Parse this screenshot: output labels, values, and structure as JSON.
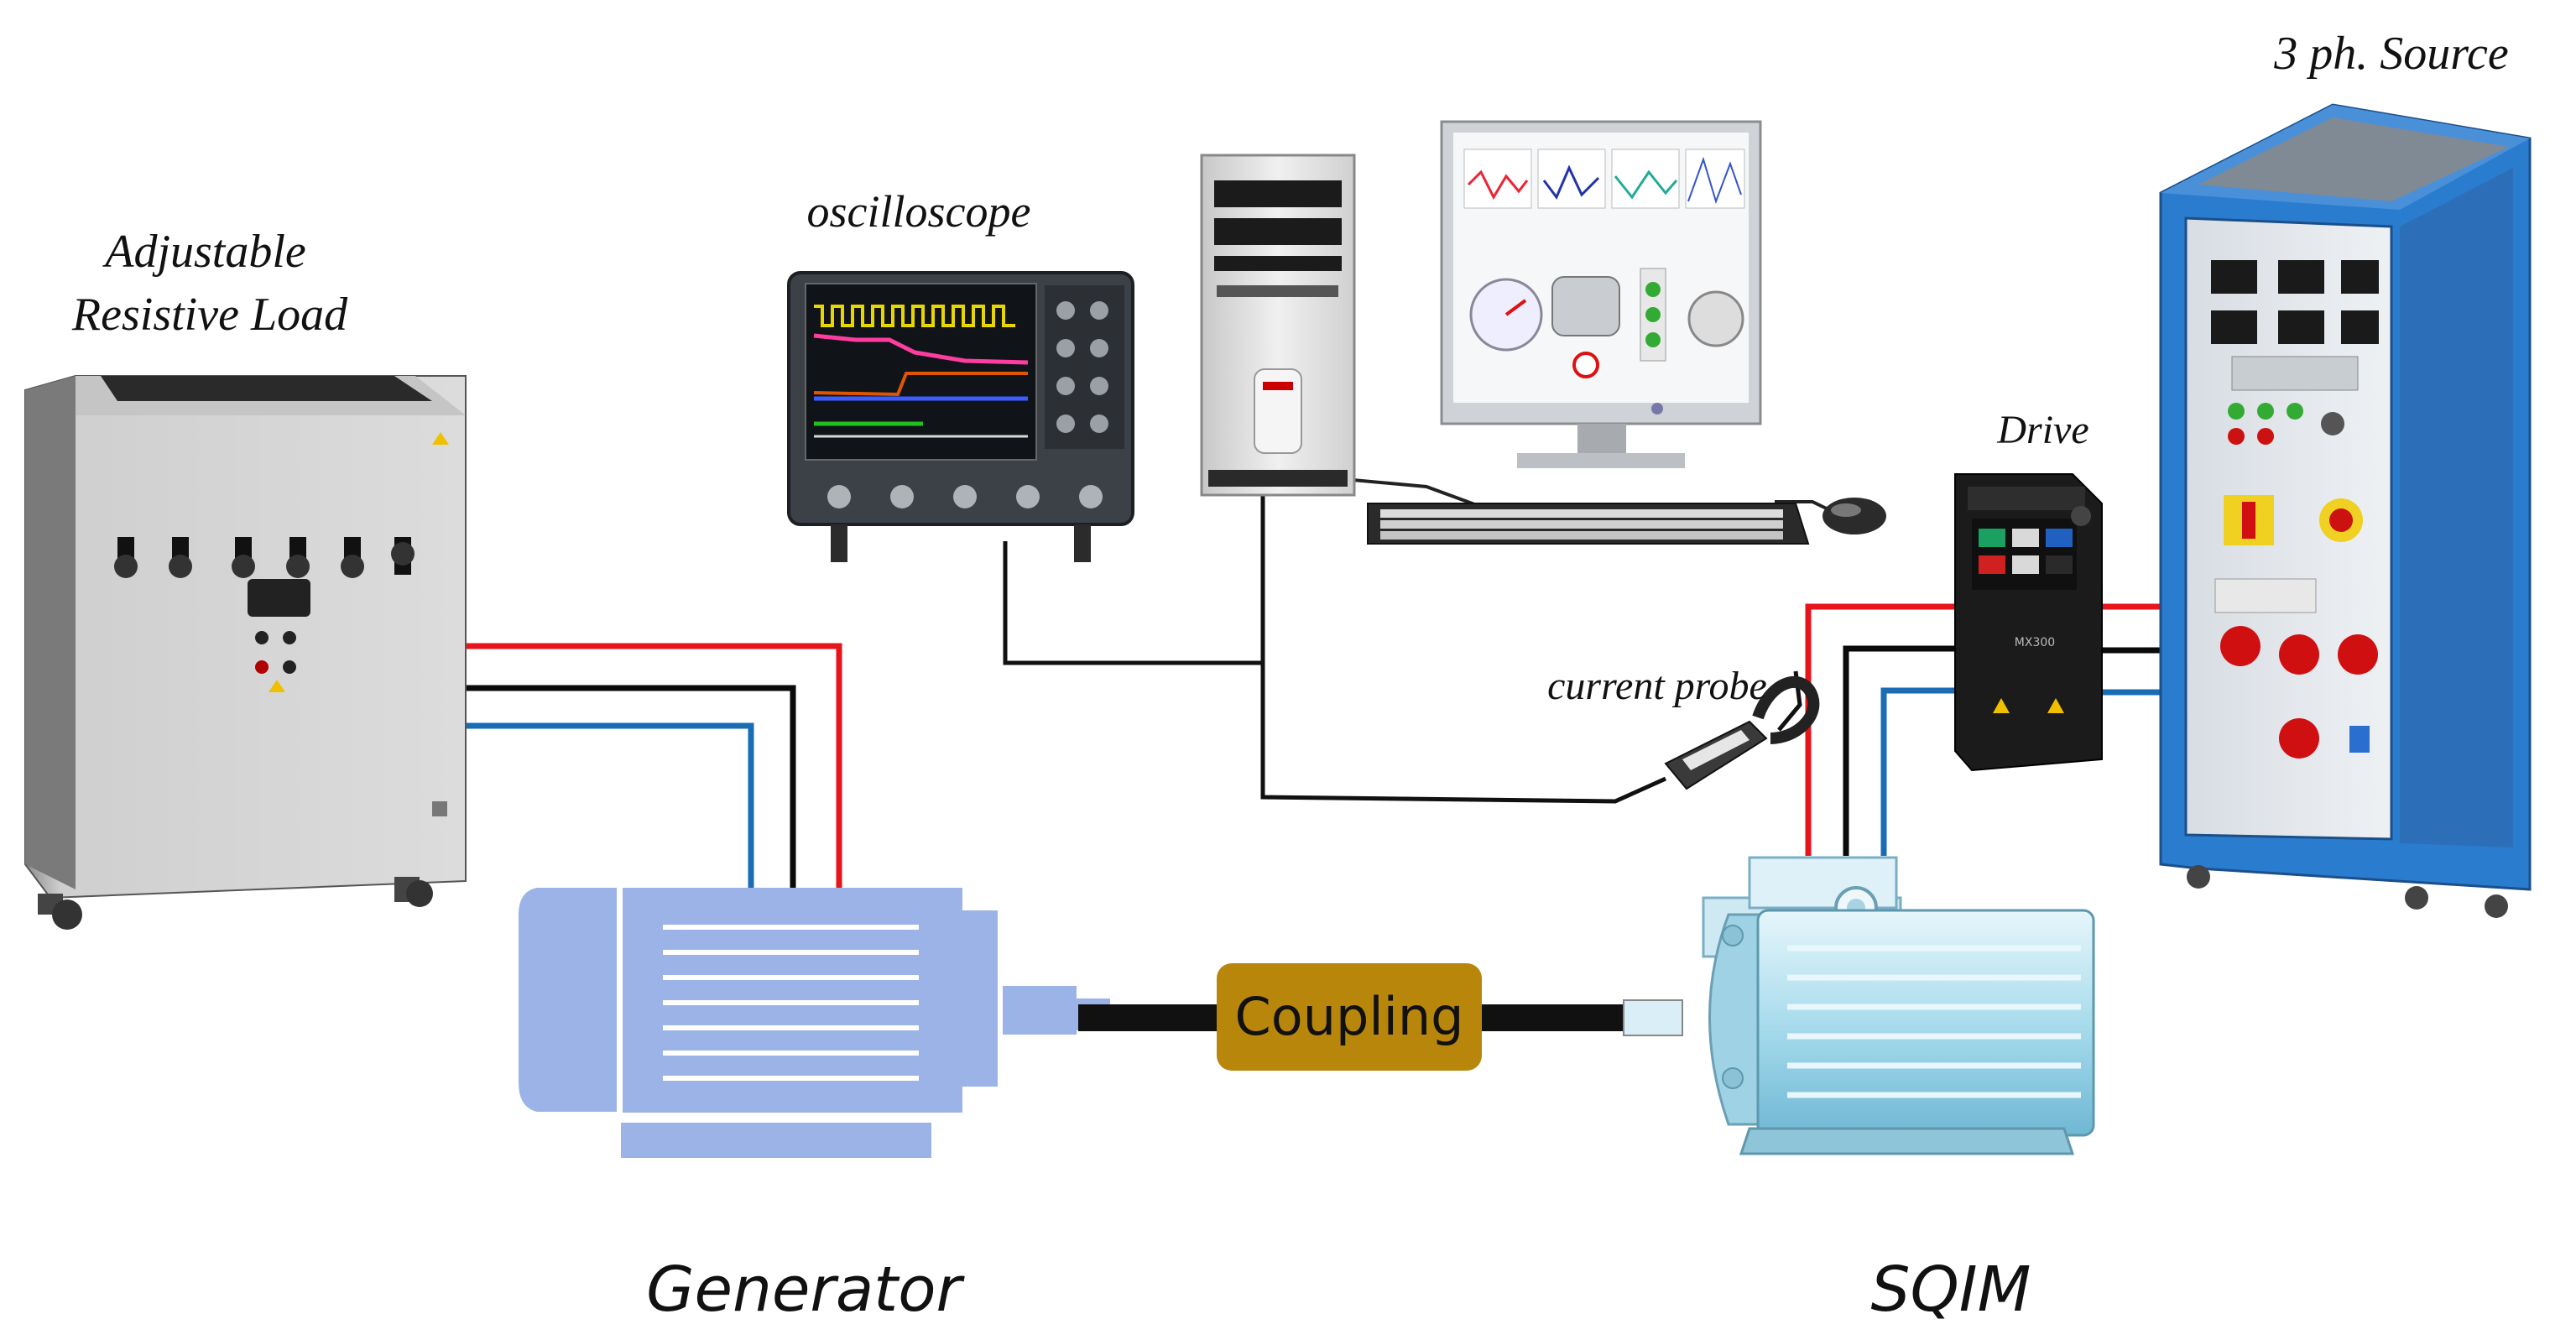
{
  "labels": {
    "load": [
      "Adjustable",
      "Resistive Load"
    ],
    "oscilloscope": "oscilloscope",
    "source": "3 ph. Source",
    "drive": "Drive",
    "probe": "current probe",
    "coupling": "Coupling",
    "generator": "Generator",
    "sqim": "SQIM",
    "drive_model": "MX300"
  },
  "colors": {
    "phase_red": "#e8141b",
    "phase_black": "#0a0a0a",
    "phase_blue": "#1a6cb5",
    "generator_body": "#9cb3e8",
    "coupling_fill": "#b8860b",
    "sqim_body": "#bfe6f2",
    "source_frame": "#2a7ccf"
  },
  "icons": [
    "cabinet-icon",
    "oscilloscope-icon",
    "computer-tower-icon",
    "monitor-icon",
    "keyboard-icon",
    "mouse-icon",
    "drive-icon",
    "current-probe-icon",
    "source-cabinet-icon",
    "generator-motor-icon",
    "induction-motor-icon"
  ]
}
